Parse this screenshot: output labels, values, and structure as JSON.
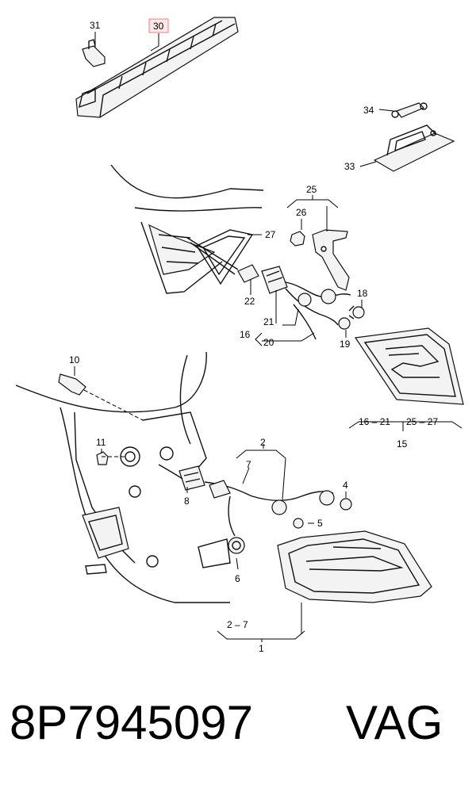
{
  "diagram": {
    "highlight_color": "#e88080",
    "callouts": {
      "c1": "1",
      "c2": "2",
      "c2_7": "2 – 7",
      "c4": "4",
      "c5": "5",
      "c6": "6",
      "c7": "7",
      "c8": "8",
      "c10": "10",
      "c11": "11",
      "c15": "15",
      "c16": "16",
      "c16_21": "16 – 21",
      "c18": "18",
      "c19": "19",
      "c20": "20",
      "c21": "21",
      "c22": "22",
      "c25": "25",
      "c25_27": "25 – 27",
      "c26": "26",
      "c27": "27",
      "c30": "30",
      "c31": "31",
      "c33": "33",
      "c34": "34"
    }
  },
  "caption": {
    "part_number": "8P7945097",
    "brand": "VAG"
  }
}
